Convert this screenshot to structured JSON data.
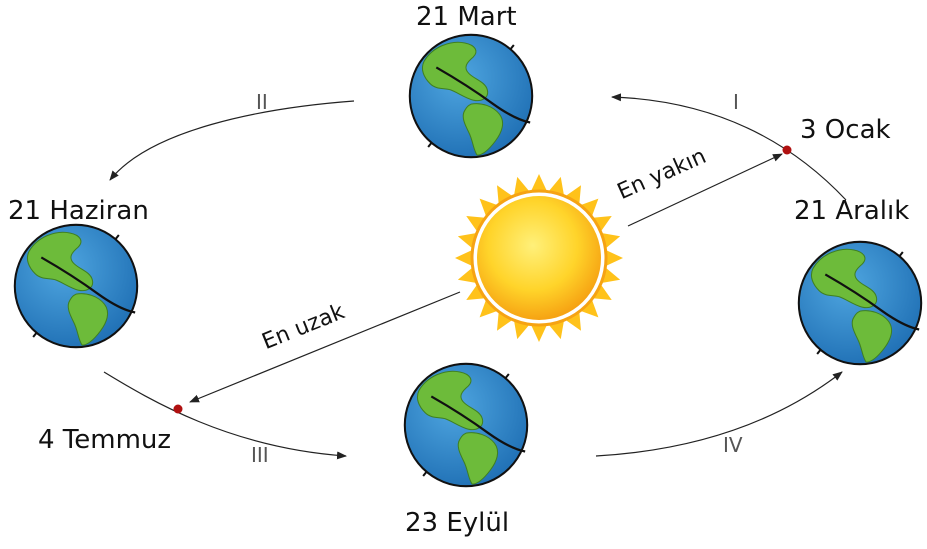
{
  "labels": {
    "march": "21 Mart",
    "june": "21 Haziran",
    "september": "23 Eylül",
    "december": "21 Aralık",
    "perihelion": "3 Ocak",
    "aphelion": "4  Temmuz",
    "nearest": "En yakın",
    "farthest": "En uzak"
  },
  "segments": [
    "I",
    "II",
    "III",
    "IV"
  ],
  "colors": {
    "ocean": "#2f86c9",
    "land": "#6dbb3a",
    "sun_core": "#ffd028",
    "sun_rays": "#ffc21a",
    "point": "#b01010",
    "line": "#222222"
  }
}
